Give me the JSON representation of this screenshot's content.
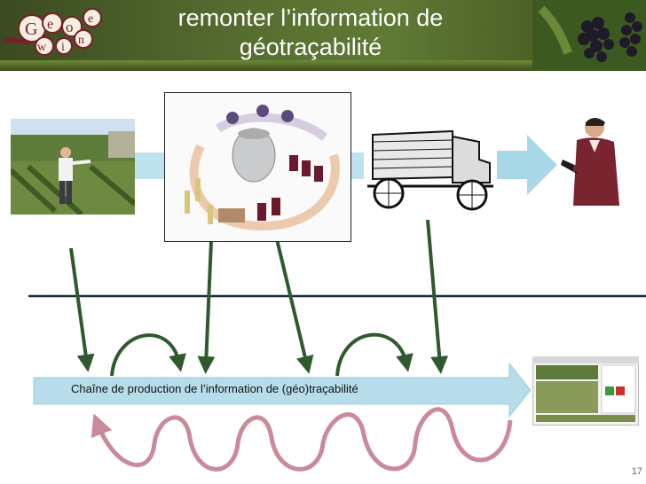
{
  "header": {
    "title_line1": "remonter l’information de",
    "title_line2": "géotraçabilité",
    "logo_text": "GeoWine"
  },
  "diagram": {
    "chain_label": "Chaîne de production de l’information de (géo)traçabilité",
    "stages": [
      "vineyard-worker",
      "wine-process",
      "delivery-truck",
      "consumer"
    ],
    "colors": {
      "flow_arrow": "#a8d8e8",
      "down_arrow": "#2e5a2e",
      "loop_arrow": "#c98a9a"
    }
  },
  "footer": {
    "page_number": "17"
  }
}
